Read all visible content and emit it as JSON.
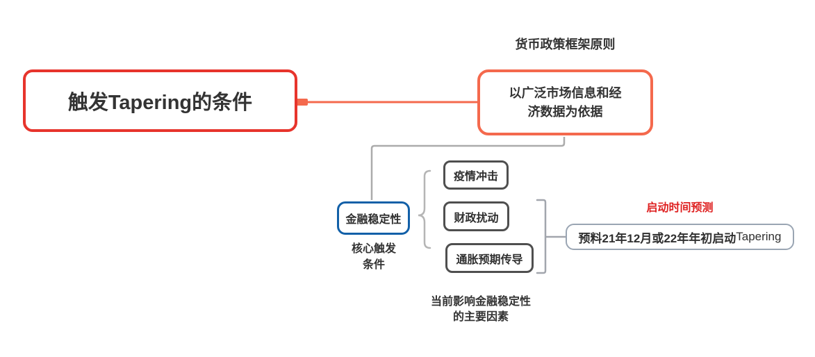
{
  "diagram": {
    "root": {
      "label": "触发Tapering的条件"
    },
    "framework": {
      "caption": "货币政策框架原则",
      "label_lines": [
        "以广泛市场信息和经",
        "济数据为依据"
      ]
    },
    "financial": {
      "label": "金融稳定性",
      "caption_lines": [
        "核心触发",
        "条件"
      ]
    },
    "factors": {
      "items": [
        "疫情冲击",
        "财政扰动",
        "通胀预期传导"
      ],
      "caption_lines": [
        "当前影响金融稳定性",
        "的主要因素"
      ]
    },
    "prediction": {
      "caption": "启动时间预测",
      "label_cn": "预料21年12月或22年年初启动",
      "label_en": "Tapering"
    },
    "colors": {
      "root_border": "#e7342c",
      "framework_border": "#f4694d",
      "financial_border": "#1260a8",
      "factor_border": "#4f4f4f",
      "prediction_border": "#9aa5b3",
      "prediction_caption_text": "#df2222",
      "connector_red": "#f4694d",
      "connector_gray": "#ababab",
      "brace_gray": "#b5b5b5",
      "bracket_gray": "#a2a6ad",
      "text": "#2f2f2f"
    }
  }
}
